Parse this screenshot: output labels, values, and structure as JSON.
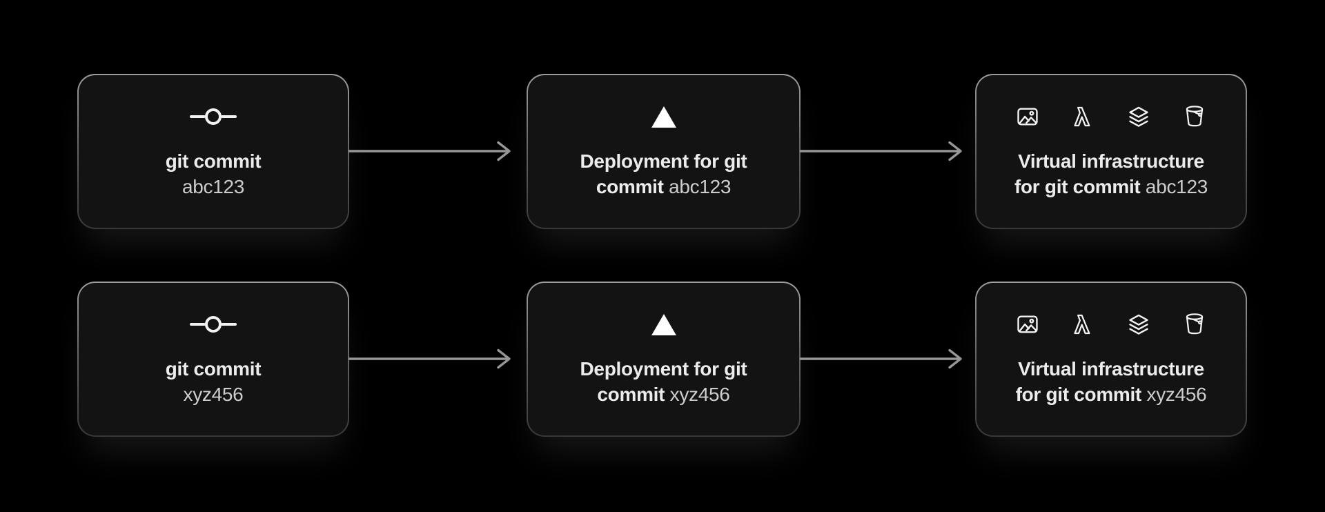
{
  "diagram": {
    "description": "git commit to deployment to virtual infrastructure flow",
    "colors": {
      "background": "#000000",
      "card_background": "#131313",
      "card_border_top": "#9d9d9d",
      "card_border_bottom": "#383838",
      "arrow": "#979797",
      "bold_text": "#ececec",
      "hash_text": "#cdcdcd",
      "icon_stroke": "#f2f2f2"
    }
  },
  "rows": [
    {
      "commit": "abc123",
      "nodes": [
        {
          "type": "git-commit",
          "icons": [
            "git-commit-icon"
          ],
          "lines": [
            {
              "bold": "git commit",
              "regular": ""
            },
            {
              "bold": "",
              "regular": "abc123"
            }
          ]
        },
        {
          "type": "deployment",
          "icons": [
            "vercel-triangle-icon"
          ],
          "lines": [
            {
              "bold": "Deployment for git",
              "regular": ""
            },
            {
              "bold": "commit",
              "regular": " abc123"
            }
          ]
        },
        {
          "type": "virtual-infrastructure",
          "icons": [
            "image-icon",
            "lambda-icon",
            "layers-icon",
            "bucket-icon"
          ],
          "lines": [
            {
              "bold": "Virtual infrastructure",
              "regular": ""
            },
            {
              "bold": "for git commit",
              "regular": " abc123"
            }
          ]
        }
      ]
    },
    {
      "commit": "xyz456",
      "nodes": [
        {
          "type": "git-commit",
          "icons": [
            "git-commit-icon"
          ],
          "lines": [
            {
              "bold": "git commit",
              "regular": ""
            },
            {
              "bold": "",
              "regular": "xyz456"
            }
          ]
        },
        {
          "type": "deployment",
          "icons": [
            "vercel-triangle-icon"
          ],
          "lines": [
            {
              "bold": "Deployment for git",
              "regular": ""
            },
            {
              "bold": "commit",
              "regular": " xyz456"
            }
          ]
        },
        {
          "type": "virtual-infrastructure",
          "icons": [
            "image-icon",
            "lambda-icon",
            "layers-icon",
            "bucket-icon"
          ],
          "lines": [
            {
              "bold": "Virtual infrastructure",
              "regular": ""
            },
            {
              "bold": "for git commit",
              "regular": " xyz456"
            }
          ]
        }
      ]
    }
  ]
}
